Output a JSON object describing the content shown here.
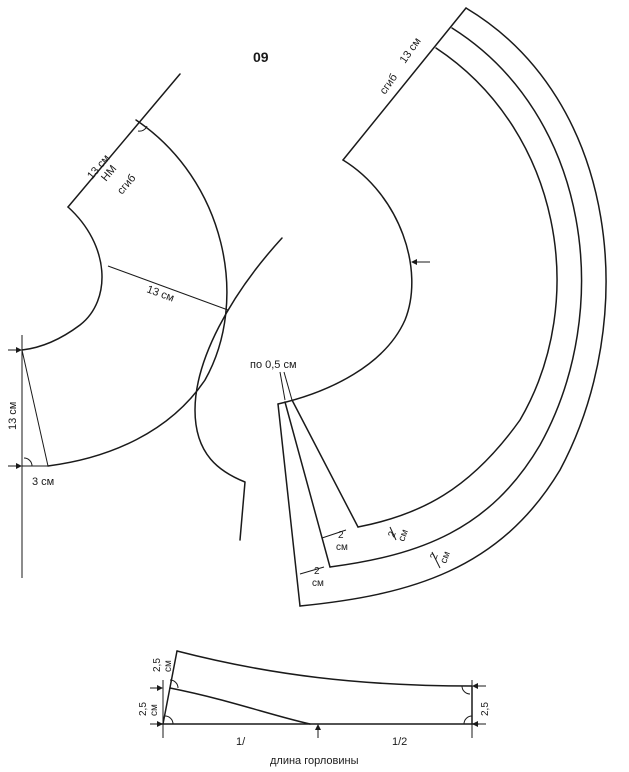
{
  "figure_number": "09",
  "labels": {
    "collar_13cm_top": "13 см",
    "collar_nm": "НМ",
    "collar_fold": "сгиб",
    "collar_13cm_mid": "13 см",
    "collar_13cm_left": "13 см",
    "collar_3cm": "3 см",
    "ruffle_fold": "сгиб",
    "ruffle_13cm": "13 см",
    "ruffle_0_5cm": "по 0,5 см",
    "ruffle_2cm_a": "2",
    "ruffle_cm_a": "см",
    "ruffle_2cm_b": "2",
    "ruffle_cm_b": "см",
    "ruffle_2cm_c": "2",
    "ruffle_cm_c": "см",
    "ruffle_2cm_d": "2",
    "ruffle_cm_d": "см",
    "band_2_5_top": "2,5",
    "band_cm_top": "см",
    "band_2_5_left": "2,5",
    "band_cm_left": "см",
    "band_2_5_right": "2,5",
    "band_half_left": "1/",
    "band_half_right": "1/2",
    "band_neck_length": "длина горловины"
  }
}
